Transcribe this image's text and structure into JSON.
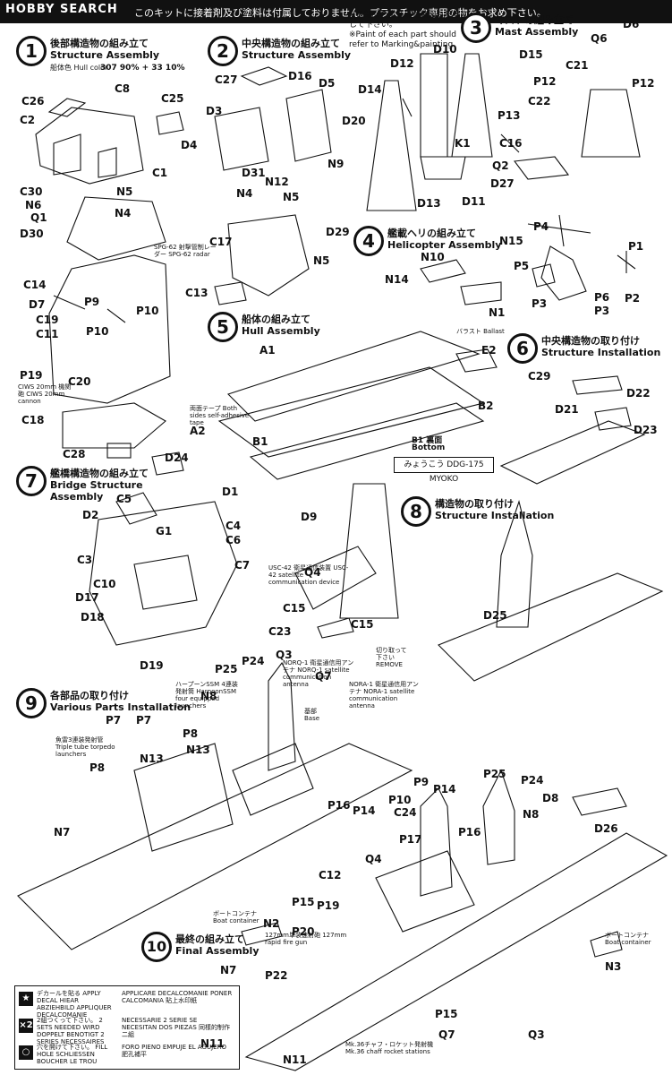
{
  "header": {
    "logo": "HOBBY SEARCH",
    "warning": "このキットに接着剤及び塗料は付属しておりません。プラスチック専用の物をお求め下さい。"
  },
  "paint_note": {
    "jp": "※各部品の塗装は塗装図も参考にして下さい。",
    "en": "※Paint of each part should refer to Marking&painting."
  },
  "steps": [
    {
      "n": "1",
      "jp": "後部構造物の組み立て",
      "en": "Structure Assembly"
    },
    {
      "n": "2",
      "jp": "中央構造物の組み立て",
      "en": "Structure Assembly"
    },
    {
      "n": "3",
      "jp": "マストの組み立て",
      "en": "Mast Assembly"
    },
    {
      "n": "4",
      "jp": "艦載ヘリの組み立て",
      "en": "Helicopter Assembly"
    },
    {
      "n": "5",
      "jp": "船体の組み立て",
      "en": "Hull Assembly"
    },
    {
      "n": "6",
      "jp": "中央構造物の取り付け",
      "en": "Structure Installation"
    },
    {
      "n": "7",
      "jp": "艦橋構造物の組み立て",
      "en": "Bridge Structure Assembly"
    },
    {
      "n": "8",
      "jp": "構造物の取り付け",
      "en": "Structure Installation"
    },
    {
      "n": "9",
      "jp": "各部品の取り付け",
      "en": "Various Parts Installation"
    },
    {
      "n": "10",
      "jp": "最終の組み立て",
      "en": "Final Assembly"
    }
  ],
  "hull_color": {
    "label_jp": "船体色",
    "label_en": "Hull color",
    "mix": "307 90% + 33 10%"
  },
  "parts": {
    "s1": [
      "C8",
      "C26",
      "C2",
      "C25",
      "C1",
      "C30",
      "N5",
      "N6",
      "N4",
      "Q1",
      "D30",
      "C14",
      "D7",
      "P9",
      "C19",
      "C11",
      "P10",
      "P10",
      "P19",
      "C20",
      "C18",
      "C28"
    ],
    "s2": [
      "C27",
      "D16",
      "D5",
      "D3",
      "D20",
      "D4",
      "D31",
      "N9",
      "N12",
      "N4",
      "N5",
      "D29",
      "C17",
      "N5",
      "C13"
    ],
    "s3": [
      "D10",
      "D15",
      "D12",
      "D14",
      "K1",
      "D13",
      "D11",
      "D6",
      "Q6",
      "C21",
      "P12",
      "P12",
      "C22",
      "P13",
      "C16",
      "Q2",
      "D27"
    ],
    "s4": [
      "N15",
      "P4",
      "P1",
      "N10",
      "P5",
      "N14",
      "N1",
      "P6",
      "P2",
      "P3",
      "P3"
    ],
    "s5": [
      "A1",
      "E2",
      "A2",
      "B1",
      "B2"
    ],
    "s6": [
      "C29",
      "D22",
      "D21",
      "D23"
    ],
    "s7": [
      "D24",
      "D1",
      "C5",
      "C4",
      "D2",
      "C6",
      "G1",
      "C3",
      "C7",
      "C10",
      "D17",
      "D18",
      "D19"
    ],
    "s8": [
      "D9",
      "Q4",
      "C15",
      "C23",
      "C15",
      "Q3",
      "Q7",
      "D25"
    ],
    "s9": [
      "P25",
      "P24",
      "N8",
      "P7",
      "P7",
      "P8",
      "P8",
      "N13",
      "N13",
      "N7",
      "P16",
      "N2"
    ],
    "s10": [
      "P9",
      "P25",
      "P14",
      "P24",
      "P10",
      "D8",
      "C24",
      "P14",
      "N8",
      "D26",
      "P17",
      "P16",
      "Q4",
      "C12",
      "P15",
      "P19",
      "P20",
      "N3",
      "P22",
      "N7",
      "P15",
      "Q7",
      "Q3",
      "N11",
      "N11"
    ]
  },
  "annotations": {
    "spg62": "SPG-62 射撃管制レーダー SPG-62 radar",
    "ciws": "CIWS 20mm 機関砲 CIWS 20mm cannon",
    "ballast": "バラスト Ballast",
    "tape": "両面テープ Both sides self-adhesive tape",
    "b1_bottom": "B1 裏面 Bottom",
    "usc42": "USC-42 衛星通信装置 USC-42 satellite communication device",
    "nora1": "NORA-1 衛星通信用アンテナ NORA-1 satellite communication antenna",
    "norq1": "NORQ-1 衛星通信用アンテナ NORQ-1 satellite communication antenna",
    "remove": "切り取って下さい REMOVE",
    "harpoon": "ハープーンSSM 4連装発射筒 HarpoonSSM four equipped launchers",
    "torpedo": "魚雷3連装発射管 Triple tube torpedo launchers",
    "boat": "ボートコンテナ Boat container",
    "gun": "127mm単装速射砲 127mm rapid fire gun",
    "chaff": "Mk.36チャフ・ロケット発射機 Mk.36 chaff rocket stations",
    "base": "基部 Base"
  },
  "nameplate": "みょうこう DDG-175 MYOKO",
  "legend": [
    {
      "icon": "★",
      "en": "デカールを貼る APPLY DECAL HIEAR ABZIEHBILD APPLIQUER DECALCOMANIE",
      "fr": "APPLICARE DECALCOMANIE PONER CALCOMANIA 貼上水印紙"
    },
    {
      "icon": "×2",
      "en": "2組つくって下さい。 2 SETS NEEDED WIRD DOPPELT BENOTIGT 2 SERIES NECESSAIRES",
      "fr": "NECESSARIE 2 SERIE SE NECESITAN DOS PIEZAS 同樣的制作二組"
    },
    {
      "icon": "○",
      "en": "穴を開けて下さい。 FILL HOLE SCHLIESSEN BOUCHER LE TROU",
      "fr": "FORO PIENO EMPUJE EL AGUJERO 肥孔補平"
    }
  ],
  "colors": {
    "ink": "#111111",
    "paper": "#ffffff"
  }
}
